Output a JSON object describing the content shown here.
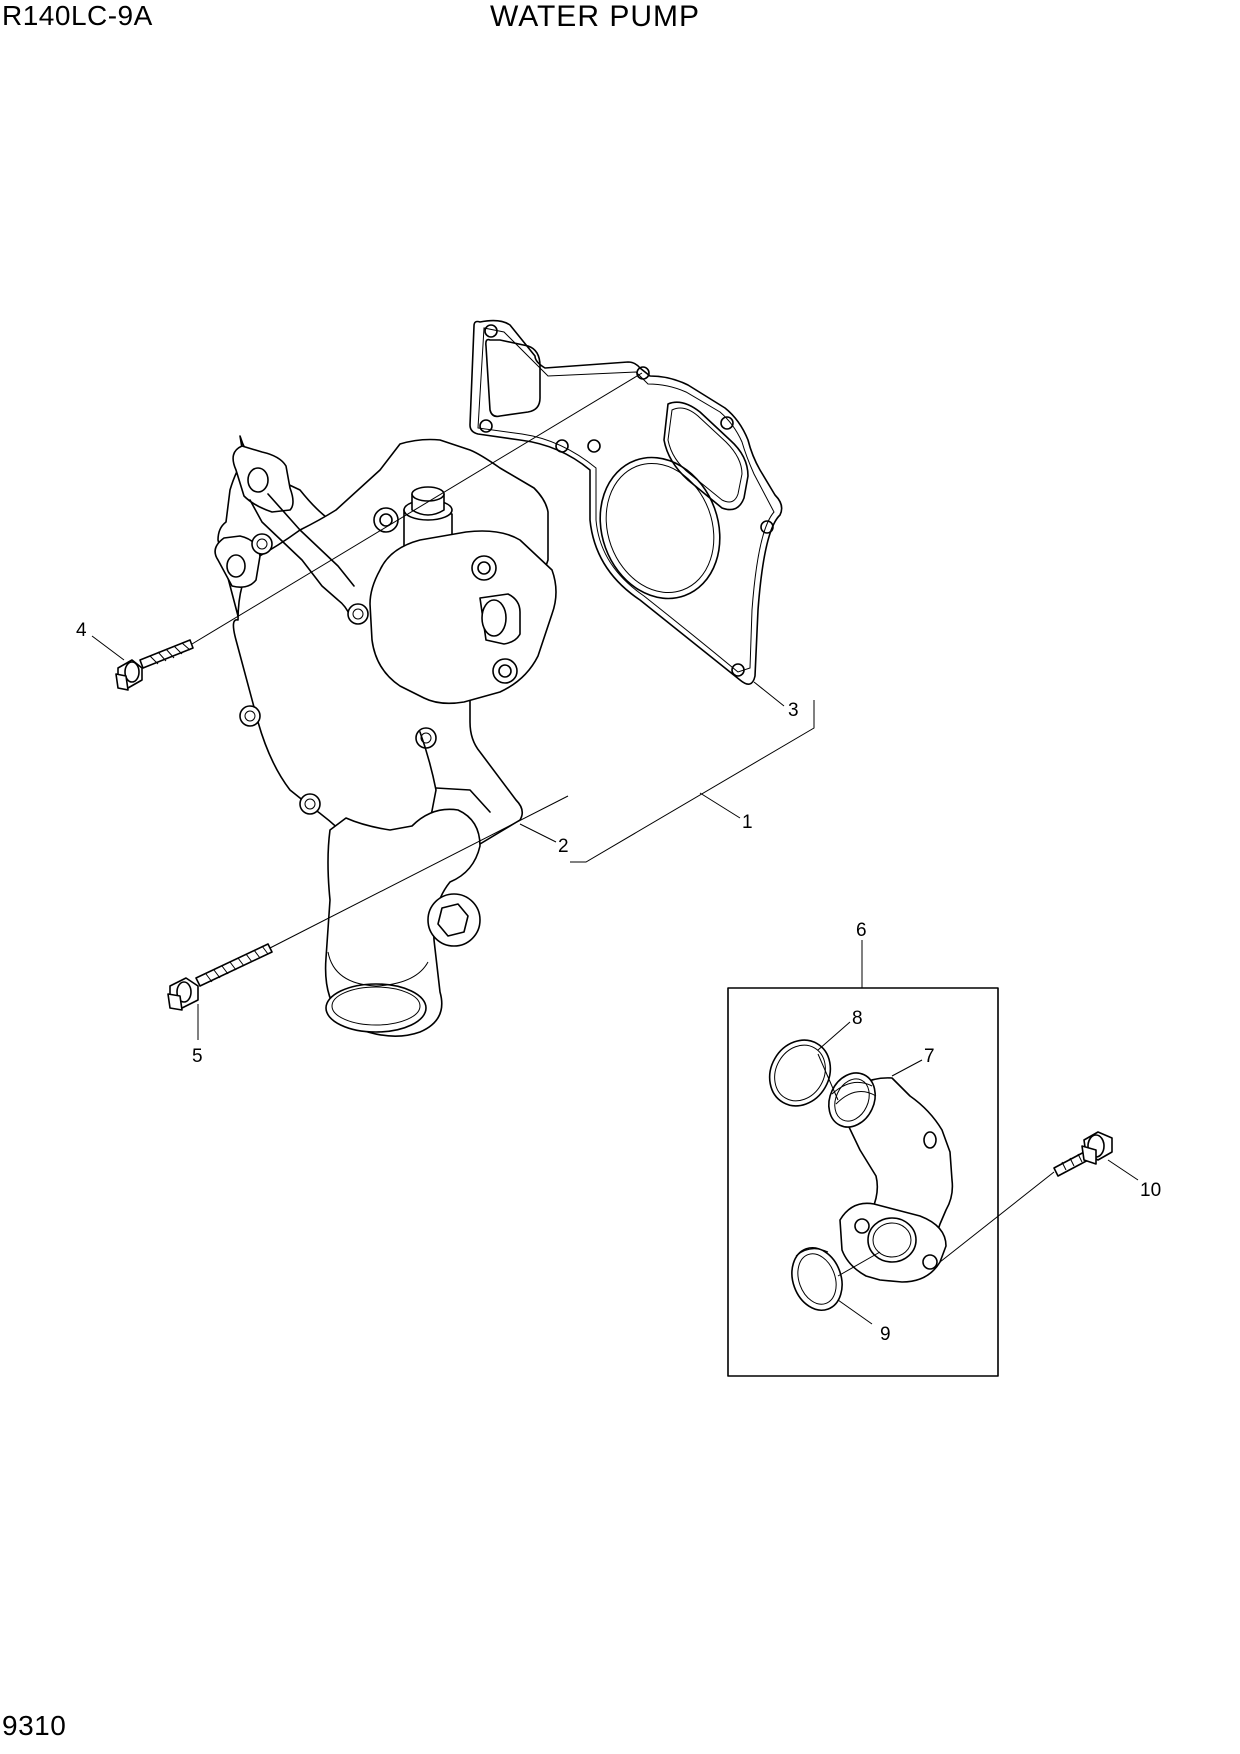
{
  "header": {
    "model": "R140LC-9A",
    "title": "WATER PUMP"
  },
  "footer": {
    "page_number": "9310"
  },
  "callouts": [
    "1",
    "2",
    "3",
    "4",
    "5",
    "6",
    "7",
    "8",
    "9",
    "10"
  ]
}
